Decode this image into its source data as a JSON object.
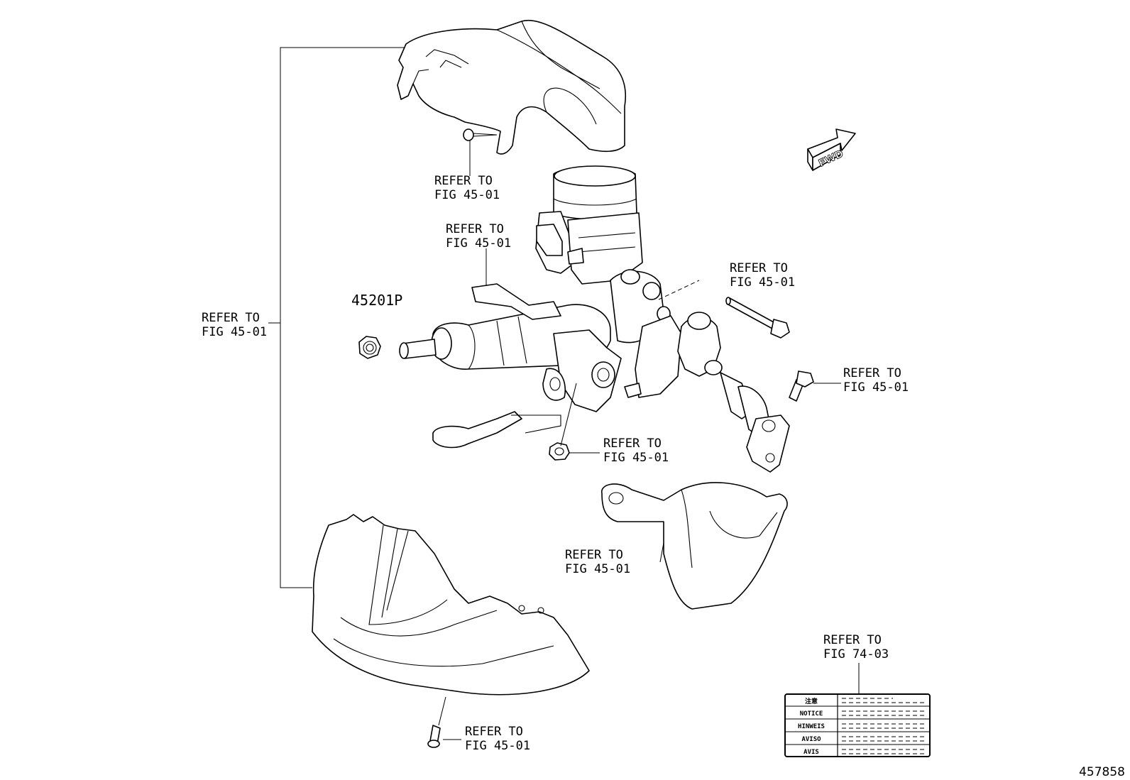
{
  "fwd_label": "FWD",
  "part_number": "45201P",
  "refer_labels": {
    "upper_cover_screw": [
      "REFER TO",
      "FIG 45-01"
    ],
    "column_bracket": [
      "REFER TO",
      "FIG 45-01"
    ],
    "left_bracket": [
      "REFER TO",
      "FIG 45-01"
    ],
    "through_bolt": [
      "REFER TO",
      "FIG 45-01"
    ],
    "bolt_right": [
      "REFER TO",
      "FIG 45-01"
    ],
    "nut_center": [
      "REFER TO",
      "FIG 45-01"
    ],
    "lower_cover_right": [
      "REFER TO",
      "FIG 45-01"
    ],
    "lower_screw": [
      "REFER TO",
      "FIG 45-01"
    ],
    "caution_label": [
      "REFER TO",
      "FIG 74-03"
    ]
  },
  "notice_label": {
    "rows": [
      "注意",
      "NOTICE",
      "HINWEIS",
      "AVISO",
      "AVIS"
    ]
  },
  "figure_id": "457858"
}
